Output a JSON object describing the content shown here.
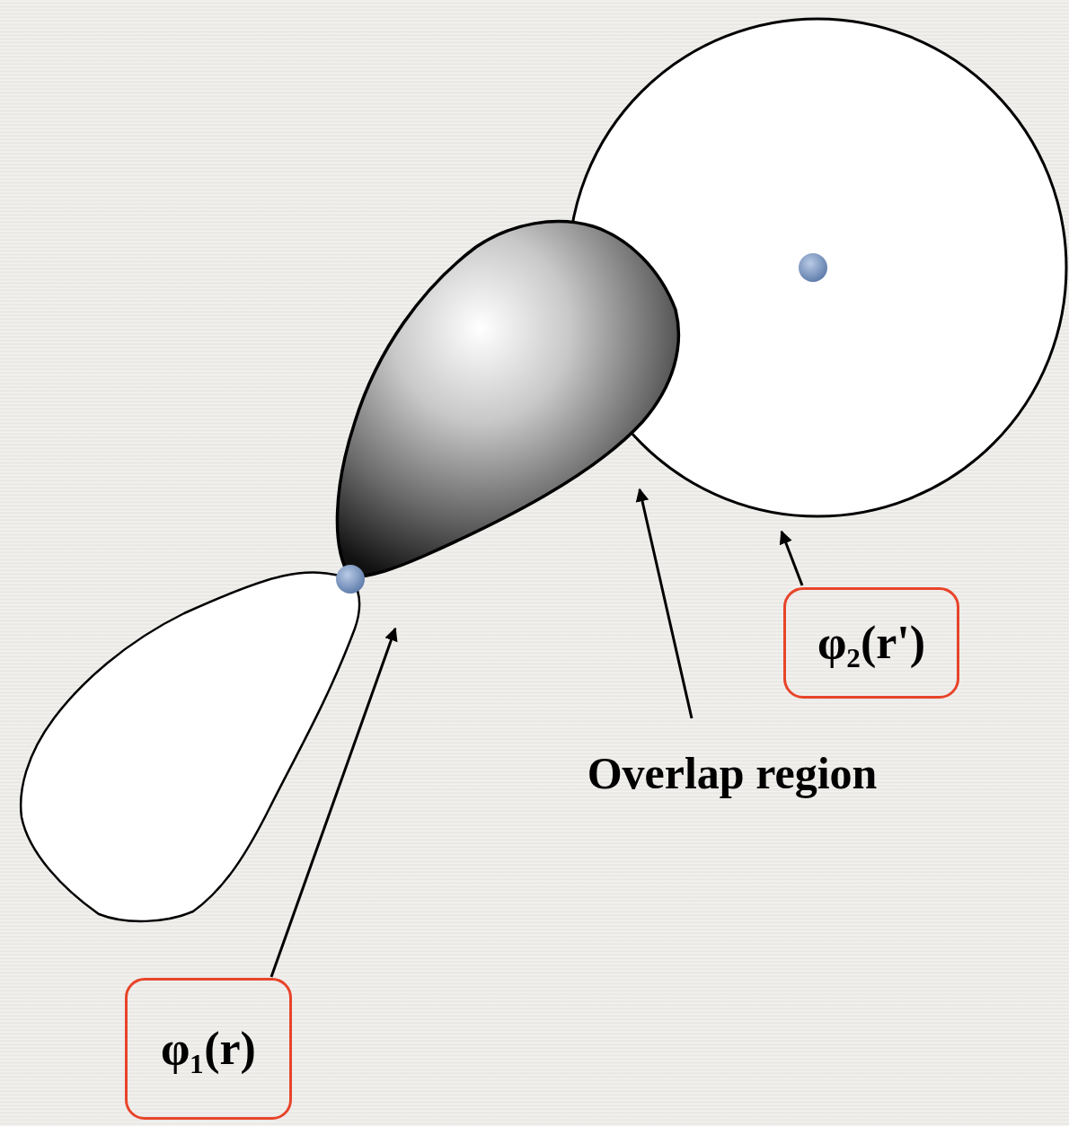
{
  "diagram": {
    "nodes": [
      {
        "text": [
          "φ₁(r)"
        ]
      },
      {
        "text": [
          "φ₂(r')"
        ]
      }
    ],
    "labels": [
      "Overlap region"
    ]
  }
}
